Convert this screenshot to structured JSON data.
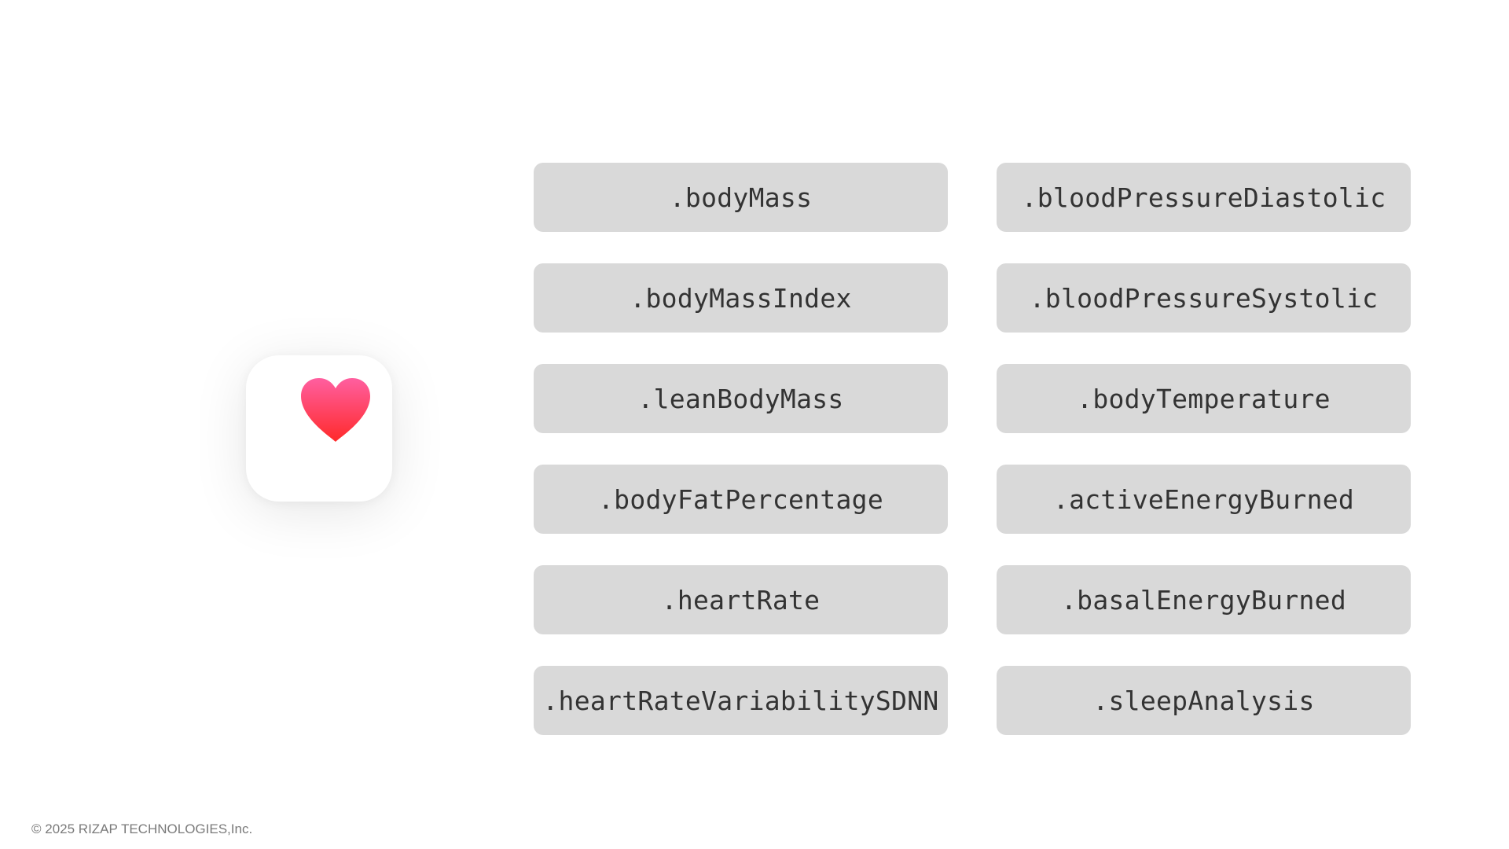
{
  "app_icon": {
    "icon": "heart-icon",
    "colors": {
      "heart_top": "#ff5fa0",
      "heart_bottom": "#ff2a2a",
      "tile": "#ffffff"
    }
  },
  "tags": [
    {
      "label": ".bodyMass"
    },
    {
      "label": ".bloodPressureDiastolic"
    },
    {
      "label": ".bodyMassIndex"
    },
    {
      "label": ".bloodPressureSystolic"
    },
    {
      "label": ".leanBodyMass"
    },
    {
      "label": ".bodyTemperature"
    },
    {
      "label": ".bodyFatPercentage"
    },
    {
      "label": ".activeEnergyBurned"
    },
    {
      "label": ".heartRate"
    },
    {
      "label": ".basalEnergyBurned"
    },
    {
      "label": ".heartRateVariabilitySDNN"
    },
    {
      "label": ".sleepAnalysis"
    }
  ],
  "footer": {
    "copyright": "© 2025 RIZAP TECHNOLOGIES,Inc."
  },
  "colors": {
    "tag_background": "#d9d9d9",
    "tag_text": "#333333",
    "footer_text": "#7a7a7a"
  }
}
